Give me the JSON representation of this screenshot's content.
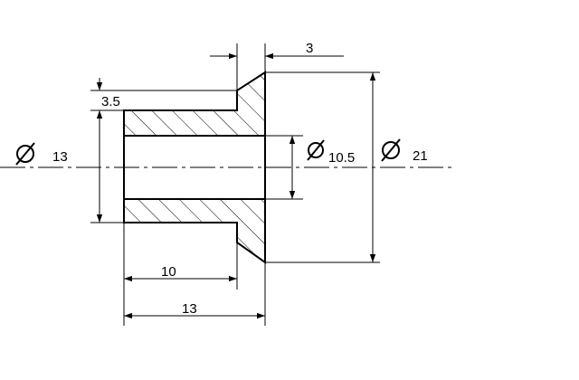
{
  "dimensions": {
    "flange_width": "3",
    "wall_thickness": "3.5",
    "outer_diameter": "13",
    "inner_diameter": "10.5",
    "flange_diameter": "21",
    "body_length": "10",
    "total_length": "13"
  },
  "symbols": {
    "diameter_icon": "diameter-symbol-icon"
  }
}
